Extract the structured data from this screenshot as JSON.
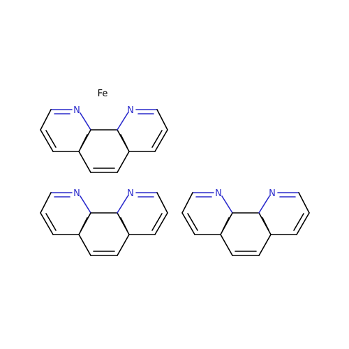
{
  "structure": {
    "metal": {
      "symbol": "Fe",
      "color": "#000000"
    },
    "ligands": [
      {
        "atoms": {
          "n1": "N",
          "n2": "N"
        }
      },
      {
        "atoms": {
          "n1": "N",
          "n2": "N"
        }
      },
      {
        "atoms": {
          "n1": "N",
          "n2": "N"
        }
      }
    ]
  },
  "colors": {
    "bond": "#000000",
    "nitrogen": "#2a2acc",
    "background": "#ffffff"
  }
}
